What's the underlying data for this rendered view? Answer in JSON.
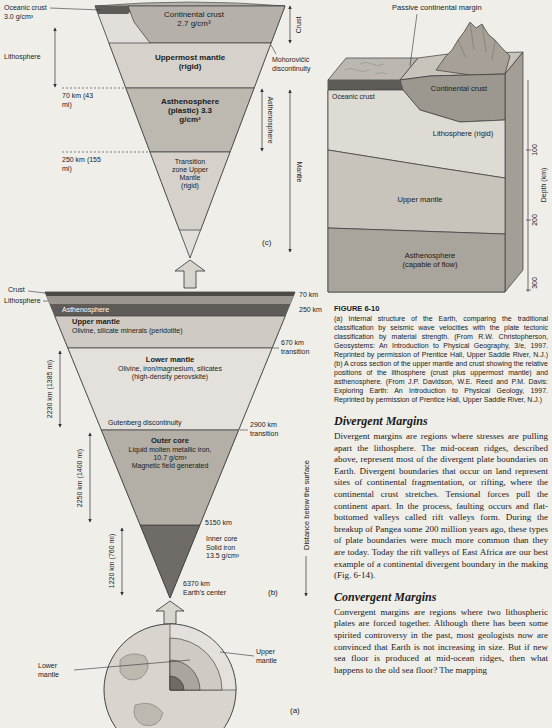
{
  "diagram": {
    "caption": "(a) Internal structure of the Earth, comparing the traditional classification by seismic wave velocities with the plate tectonic classification by material strength. (From R.W. Christopherson, Geosystems: An Introduction to Physical Geography, 3/e, 1997. Reprinted by permission of Prentice Hall, Upper Saddle River, N.J.) (b) A cross section of the upper mantle and crust showing the relative positions of the lithosphere (crust plus uppermost mantle) and asthenosphere. (From J.P. Davidson, W.E. Reed and P.M. Davis: Exploring Earth: An Introduction to Physical Geology, 1997. Reprinted by permission of Prentice Hall, Upper Saddle River, N.J.)",
    "nodes": [
      {
        "text": [
          "Continental crust 2.7 g/cm³"
        ]
      },
      {
        "text": [
          "Uppermost mantle (rigid)"
        ]
      },
      {
        "text": [
          "Asthenosphere (plastic) 3.3 g/cm³"
        ]
      },
      {
        "text": [
          "Transition zone Upper Mantle (rigid)"
        ]
      },
      {
        "text": [
          "Upper mantle",
          "Olivine, silicate minerals (peridotite)"
        ]
      },
      {
        "text": [
          "Lower mantle",
          "Olivine, iron/magnesium, silicates (high-density perovskite)"
        ]
      },
      {
        "text": [
          "Outer core",
          "Liquid molten metallic iron, 10.7 g/cm³",
          "Magnetic field generated"
        ]
      },
      {
        "text": [
          "Continental crust"
        ]
      },
      {
        "text": [
          "Lithosphere (rigid)"
        ]
      },
      {
        "text": [
          "Upper mantle"
        ]
      },
      {
        "text": [
          "Asthenosphere (capable of flow)"
        ]
      }
    ],
    "labels": [
      "Oceanic crust 3.0 g/cm³",
      "Lithosphere",
      "70 km (43 mi)",
      "250 km (155 mi)",
      "Crust",
      "Mohorovičić discontinuity",
      "Asthenosphere",
      "Mantle",
      "(c)",
      "Crust",
      "Lithosphere",
      "Asthenosphere",
      "70 km",
      "250 km",
      "670 km transition",
      "Gutenberg discontinuity",
      "2900 km transition",
      "2230 km (1385 mi)",
      "2250 km (1400 mi)",
      "1220 km (760 mi)",
      "5150 km",
      "Inner core Solid iron 13.5 g/cm³",
      "6370 km Earth's center",
      "Distance below the surface",
      "(b)",
      "Lower mantle",
      "Upper mantle",
      "(a)",
      "Passive continental margin",
      "Oceanic crust",
      "100",
      "200",
      "300",
      "Depth (km)",
      "FIGURE 6-10",
      "Divergent Margins",
      "Divergent margins are regions where stresses are pulling apart the lithosphere. The mid-ocean ridges, described above, represent most of the divergent plate boundaries on Earth. Divergent boundaries that occur on land represent sites of continental fragmentation, or rifting, where the continental crust stretches. Tensional forces pull the continent apart. In the process, faulting occurs and flat-bottomed valleys called rift valleys form. During the breakup of Pangea some 200 million years ago, these types of plate boundaries were much more common than they are today. Today the rift valleys of East Africa are our best example of a continental divergent boundary in the making (Fig. 6-14).",
      "Convergent Margins",
      "Convergent margins are regions where two lithospheric plates are forced together. Although there has been some spirited controversy in the past, most geologists now are convinced that Earth is not increasing in size. But if new sea floor is produced at mid-ocean ridges, then what happens to the old sea floor? The mapping"
    ]
  }
}
